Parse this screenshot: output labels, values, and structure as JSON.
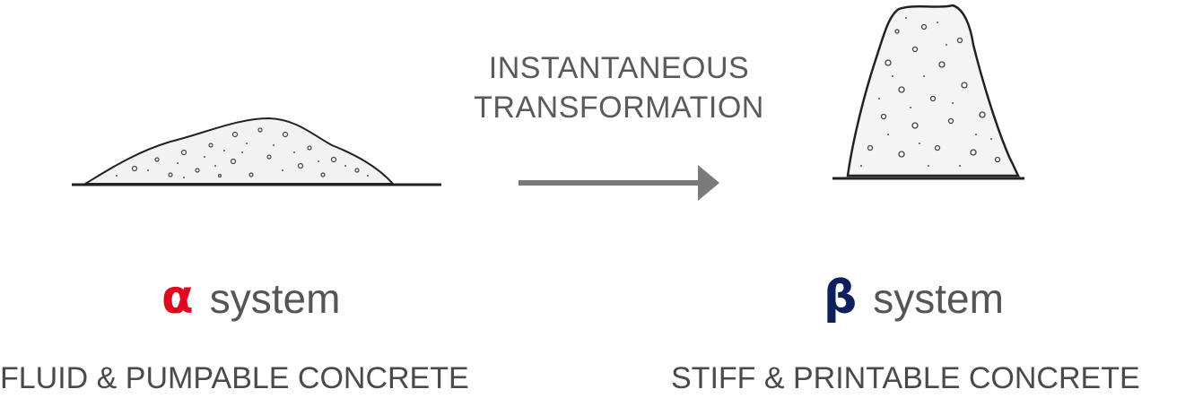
{
  "transition": {
    "line1": "INSTANTANEOUS",
    "line2": "TRANSFORMATION"
  },
  "alpha": {
    "symbol": "α",
    "word": "system",
    "caption": "FLUID & PUMPABLE CONCRETE",
    "color": "#e0081f"
  },
  "beta": {
    "symbol": "β",
    "word": "system",
    "caption": "STIFF & PRINTABLE CONCRETE",
    "color": "#0d1f5c"
  },
  "arrow_color": "#7a7a7a"
}
